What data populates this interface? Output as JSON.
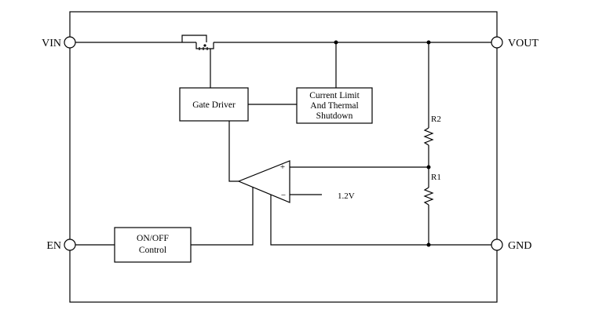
{
  "pins": {
    "vin": "VIN",
    "vout": "VOUT",
    "en": "EN",
    "gnd": "GND"
  },
  "blocks": {
    "gate_driver": "Gate Driver",
    "current_limit": [
      "Current Limit",
      "And Thermal",
      "Shutdown"
    ],
    "onoff_control": [
      "ON/OFF",
      "Control"
    ]
  },
  "components": {
    "r2": "R2",
    "r1": "R1",
    "reference": "1.2V",
    "opamp_plus": "+",
    "opamp_minus": "−"
  }
}
